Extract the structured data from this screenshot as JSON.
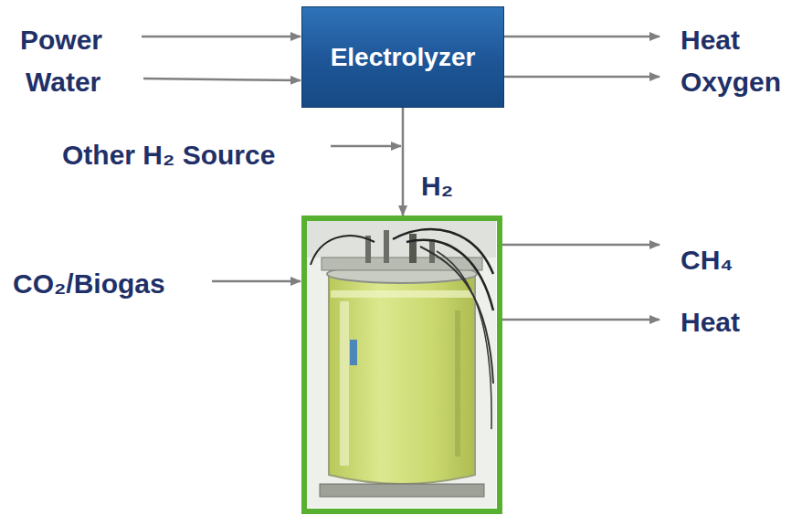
{
  "diagram": {
    "nodes": [
      {
        "text": [
          "Electrolyzer"
        ]
      },
      {
        "text": []
      }
    ],
    "edges": [
      {
        "from": 0,
        "to": 1,
        "arrow": "to",
        "label": "H₂"
      }
    ],
    "labels": [
      "Power",
      "Water",
      "Heat",
      "Oxygen",
      "Other H₂ Source",
      "CO₂/Biogas",
      "CH₄",
      "Heat"
    ]
  }
}
